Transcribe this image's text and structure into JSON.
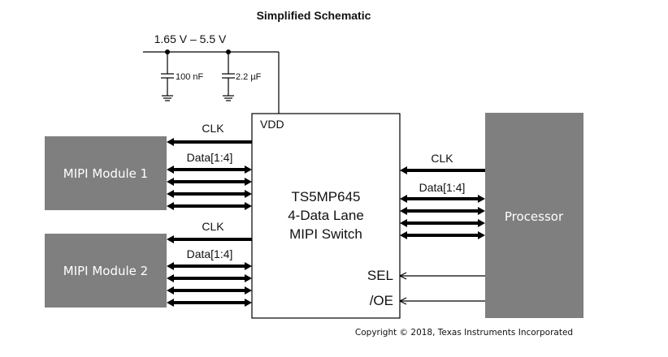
{
  "title": "Simplified Schematic",
  "supply": {
    "voltage": "1.65 V – 5.5 V",
    "cap1": "100 nF",
    "cap2": "2.2 µF"
  },
  "chip": {
    "pin_vdd": "VDD",
    "name_line1": "TS5MP645",
    "name_line2": "4-Data Lane",
    "name_line3": "MIPI Switch",
    "pin_sel": "SEL",
    "pin_oe": "/OE"
  },
  "module1": {
    "label": "MIPI Module 1",
    "clk": "CLK",
    "data": "Data[1:4]"
  },
  "module2": {
    "label": "MIPI Module 2",
    "clk": "CLK",
    "data": "Data[1:4]"
  },
  "processor": {
    "label": "Processor",
    "clk": "CLK",
    "data": "Data[1:4]"
  },
  "copyright": "Copyright © 2018, Texas Instruments Incorporated",
  "colors": {
    "block_fill": "#7f7f7f",
    "chip_fill": "#ffffff",
    "line": "#000000"
  }
}
